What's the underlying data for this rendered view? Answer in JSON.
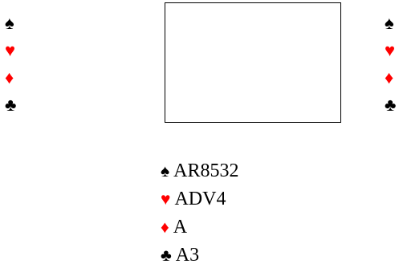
{
  "west": {
    "spade_symbol": "♠",
    "heart_symbol": "♥",
    "diamond_symbol": "♦",
    "club_symbol": "♣"
  },
  "east": {
    "spade_symbol": "♠",
    "heart_symbol": "♥",
    "diamond_symbol": "♦",
    "club_symbol": "♣"
  },
  "south": {
    "spades": {
      "symbol": "♠",
      "cards": "AR8532"
    },
    "hearts": {
      "symbol": "♥",
      "cards": "ADV4"
    },
    "diamonds": {
      "symbol": "♦",
      "cards": "A"
    },
    "clubs": {
      "symbol": "♣",
      "cards": "A3"
    }
  },
  "colors": {
    "black_suit": "#000000",
    "red_suit": "#ff0000"
  }
}
